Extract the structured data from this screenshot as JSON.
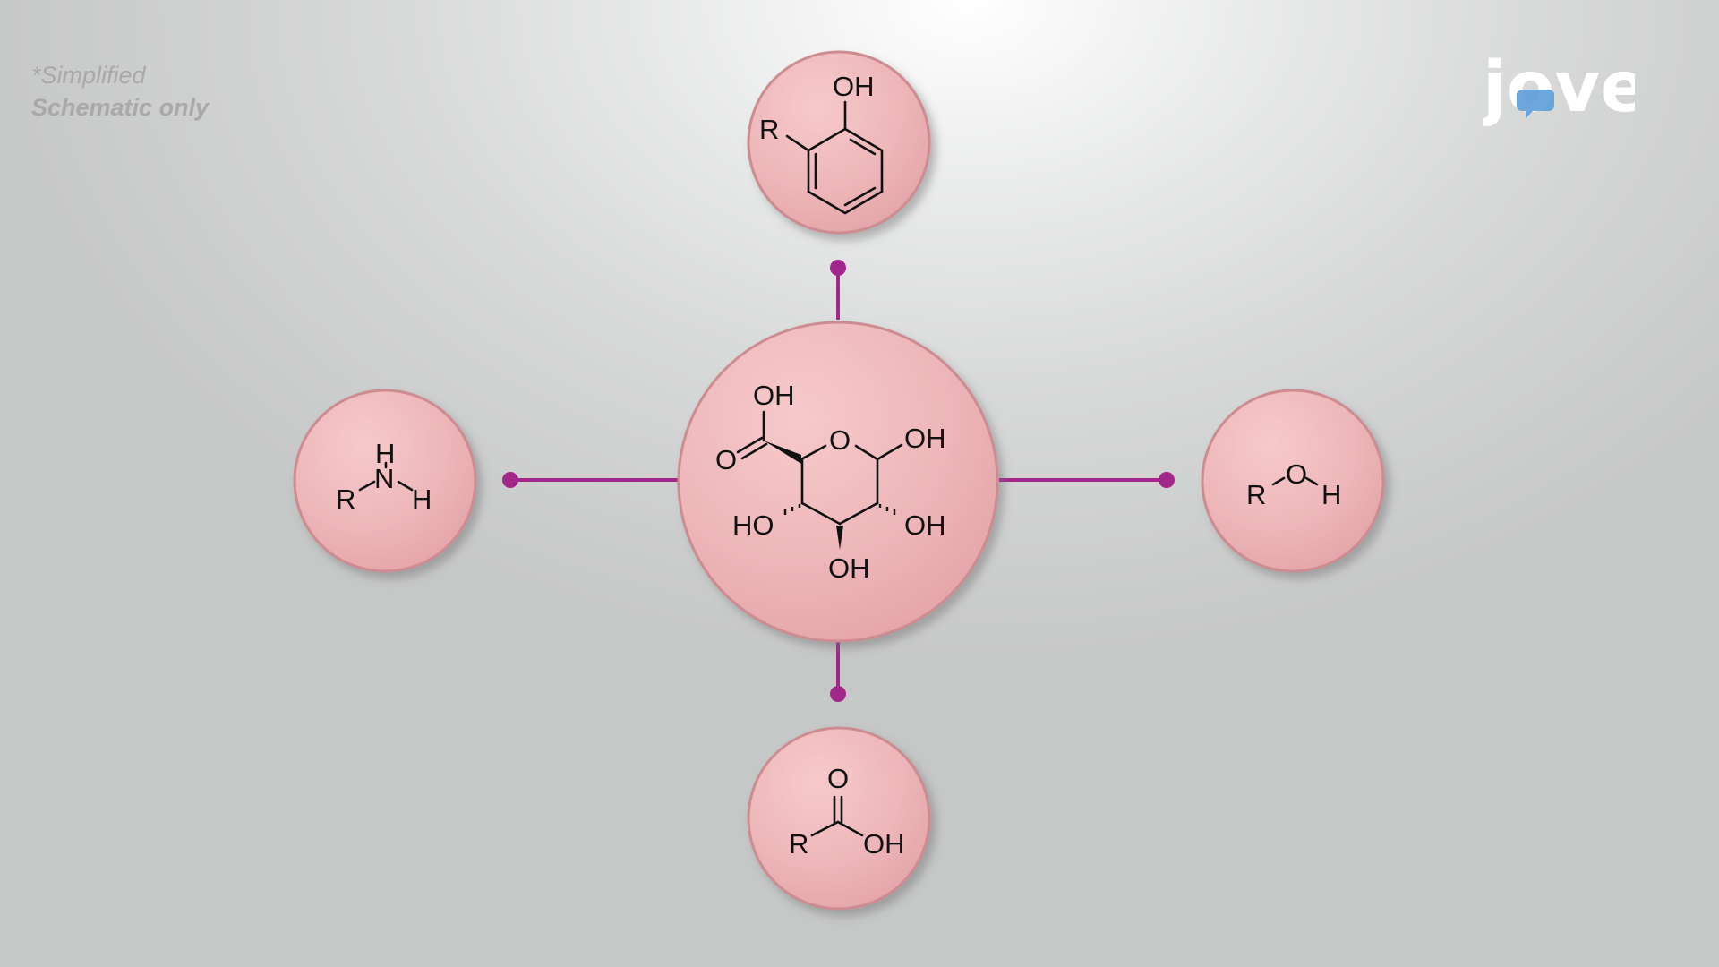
{
  "note": {
    "line1": "*Simplified",
    "line2": "Schematic only"
  },
  "logo": {
    "text": "jove"
  },
  "colors": {
    "connector": "#a3278a",
    "node_fill": "#eab0b3",
    "node_stroke": "#cd8c91"
  },
  "center_molecule": {
    "labels": {
      "carboxyl_oh": "OH",
      "carboxyl_o": "O",
      "ring_o": "O",
      "oh_right": "OH",
      "ho_left": "HO",
      "oh_lower_right": "OH",
      "oh_bottom": "OH"
    }
  },
  "top_molecule": {
    "labels": {
      "oh": "OH",
      "r": "R"
    }
  },
  "left_molecule": {
    "labels": {
      "h_top": "H",
      "n": "N",
      "r": "R",
      "h_right": "H"
    }
  },
  "right_molecule": {
    "labels": {
      "r": "R",
      "o": "O",
      "h": "H"
    }
  },
  "bottom_molecule": {
    "labels": {
      "o": "O",
      "r": "R",
      "oh": "OH"
    }
  }
}
